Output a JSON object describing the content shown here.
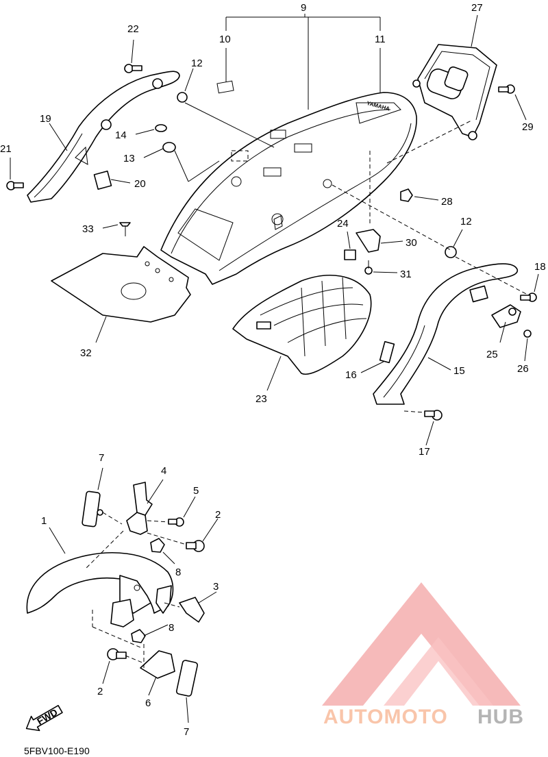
{
  "diagram": {
    "callouts": [
      "9",
      "10",
      "11",
      "22",
      "12",
      "27",
      "19",
      "14",
      "13",
      "21",
      "20",
      "29",
      "28",
      "33",
      "24",
      "30",
      "12",
      "31",
      "18",
      "32",
      "25",
      "26",
      "16",
      "15",
      "23",
      "17",
      "7",
      "4",
      "5",
      "1",
      "2",
      "8",
      "3",
      "8",
      "2",
      "6",
      "7"
    ],
    "fwd_label": "FWD",
    "drawing_code": "5FBV100-E190"
  },
  "watermark": {
    "brand_part1": "AUTOMOTO",
    "brand_part2": "HUB",
    "color_main": "#f7b28e",
    "color_hub": "#9b9b9b",
    "triangle_color": "#f08c8c"
  }
}
